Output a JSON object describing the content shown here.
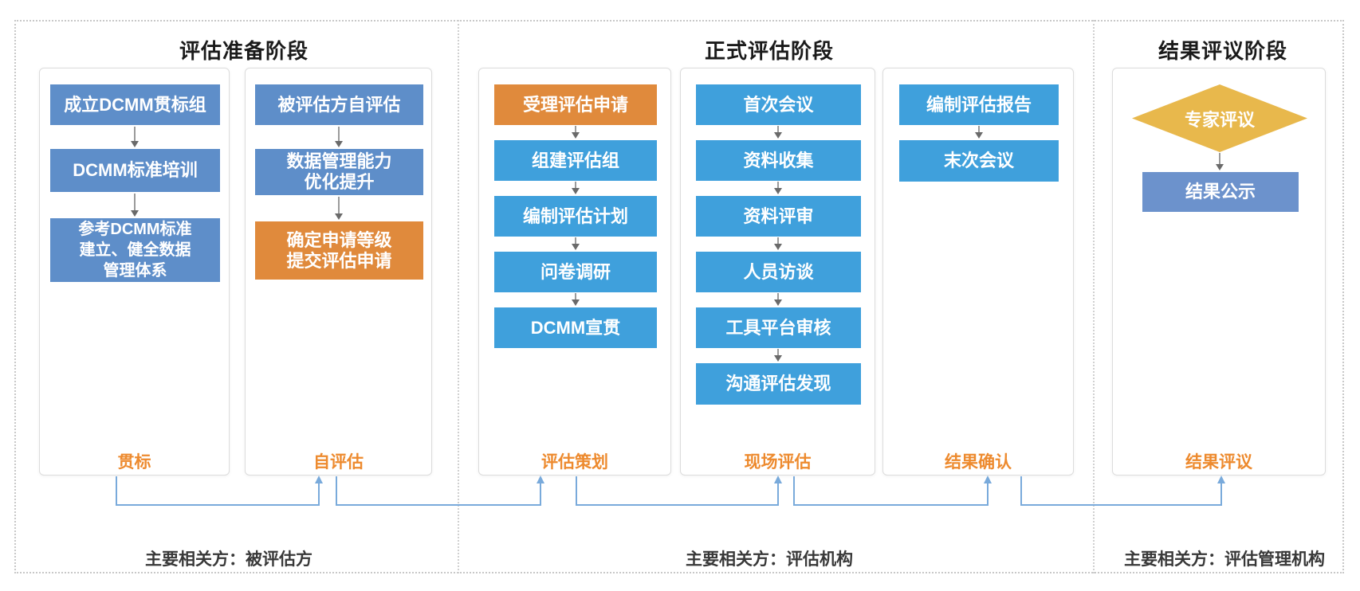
{
  "phases": [
    {
      "title": "评估准备阶段",
      "stakeholder": "主要相关方：被评估方"
    },
    {
      "title": "正式评估阶段",
      "stakeholder": "主要相关方：评估机构"
    },
    {
      "title": "结果评议阶段",
      "stakeholder": "主要相关方：评估管理机构"
    }
  ],
  "panels": [
    {
      "label": "贯标",
      "boxes": [
        {
          "text": "成立DCMM贯标组"
        },
        {
          "text": "DCMM标准培训"
        },
        {
          "lines": [
            "参考DCMM标准",
            "建立、健全数据",
            "管理体系"
          ]
        }
      ]
    },
    {
      "label": "自评估",
      "boxes": [
        {
          "text": "被评估方自评估"
        },
        {
          "lines": [
            "数据管理能力",
            "优化提升"
          ]
        },
        {
          "lines": [
            "确定申请等级",
            "提交评估申请"
          ]
        }
      ]
    },
    {
      "label": "评估策划",
      "boxes": [
        {
          "text": "受理评估申请"
        },
        {
          "text": "组建评估组"
        },
        {
          "text": "编制评估计划"
        },
        {
          "text": "问卷调研"
        },
        {
          "text": "DCMM宣贯"
        }
      ]
    },
    {
      "label": "现场评估",
      "boxes": [
        {
          "text": "首次会议"
        },
        {
          "text": "资料收集"
        },
        {
          "text": "资料评审"
        },
        {
          "text": "人员访谈"
        },
        {
          "text": "工具平台审核"
        },
        {
          "text": "沟通评估发现"
        }
      ]
    },
    {
      "label": "结果确认",
      "boxes": [
        {
          "text": "编制评估报告"
        },
        {
          "text": "末次会议"
        }
      ]
    },
    {
      "label": "结果评议",
      "diamond": "专家评议",
      "boxes": [
        {
          "text": "结果公示"
        }
      ]
    }
  ],
  "colors": {
    "steel_blue": "#5e8ec9",
    "sky_blue": "#3fa0dc",
    "orange": "#e08a3c",
    "gold": "#e8b84c",
    "slate_blue": "#6c92cc",
    "label_orange": "#ed8a2e",
    "connector_blue": "#79aadb"
  }
}
